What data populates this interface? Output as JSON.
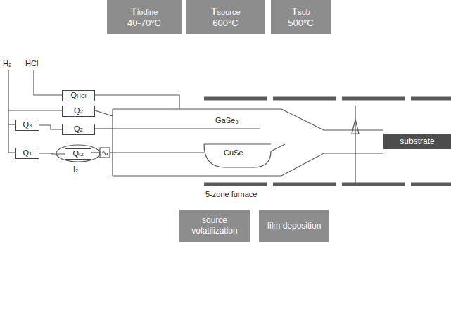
{
  "diagram": {
    "nodes": [
      {
        "text": [
          "Tiodine",
          "40-70°C"
        ]
      },
      {
        "text": [
          "Tsource",
          "600°C"
        ]
      },
      {
        "text": [
          "Tsub",
          "500°C"
        ]
      },
      {
        "text": [
          "QHCl"
        ]
      },
      {
        "text": [
          "Q2"
        ]
      },
      {
        "text": [
          "Q3"
        ]
      },
      {
        "text": [
          "Q2"
        ]
      },
      {
        "text": [
          "Q1"
        ]
      },
      {
        "text": [
          "QI2"
        ]
      },
      {
        "text": [
          "substrate"
        ]
      },
      {
        "text": [
          "source volatilization"
        ]
      },
      {
        "text": [
          "film deposition"
        ]
      }
    ],
    "edges": [
      {
        "from": 5,
        "to": 6,
        "arrow": "none"
      },
      {
        "from": 7,
        "to": 8,
        "arrow": "none"
      }
    ],
    "labels": [
      "H₂",
      "HCl",
      "I₂",
      "GaSe₃",
      "CuSe",
      "5-zone furnace"
    ]
  }
}
